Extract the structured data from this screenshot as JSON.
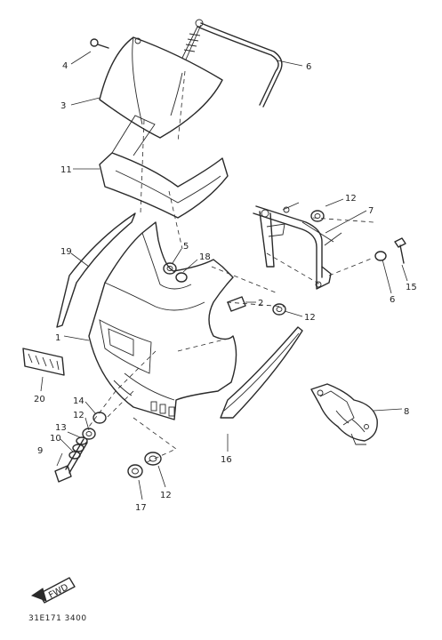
{
  "diagram": {
    "figure_code": "31E171 3400",
    "front_marker_label": "FWD",
    "callouts": [
      {
        "id": "c4",
        "label": "4"
      },
      {
        "id": "c3",
        "label": "3"
      },
      {
        "id": "c6",
        "label": "6"
      },
      {
        "id": "c11",
        "label": "11"
      },
      {
        "id": "c12a",
        "label": "12"
      },
      {
        "id": "c7",
        "label": "7"
      },
      {
        "id": "c19",
        "label": "19"
      },
      {
        "id": "c5",
        "label": "5"
      },
      {
        "id": "c18",
        "label": "18"
      },
      {
        "id": "c15",
        "label": "15"
      },
      {
        "id": "c6b",
        "label": "6"
      },
      {
        "id": "c2",
        "label": "2"
      },
      {
        "id": "c12b",
        "label": "12"
      },
      {
        "id": "c1",
        "label": "1"
      },
      {
        "id": "c20",
        "label": "20"
      },
      {
        "id": "c14",
        "label": "14"
      },
      {
        "id": "c12c",
        "label": "12"
      },
      {
        "id": "c13",
        "label": "13"
      },
      {
        "id": "c10",
        "label": "10"
      },
      {
        "id": "c9",
        "label": "9"
      },
      {
        "id": "c8",
        "label": "8"
      },
      {
        "id": "c16",
        "label": "16"
      },
      {
        "id": "c17",
        "label": "17"
      },
      {
        "id": "c12d",
        "label": "12"
      }
    ]
  }
}
